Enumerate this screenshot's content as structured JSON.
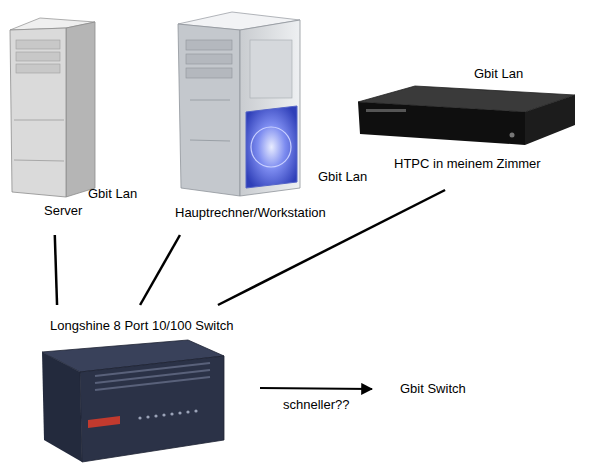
{
  "diagram": {
    "nodes": [
      {
        "text": [
          "Gbit Lan",
          "Server"
        ]
      },
      {
        "text": [
          "Gbit Lan",
          "Hauptrechner/Workstation"
        ]
      },
      {
        "text": [
          "Gbit Lan",
          "HTPC in meinem Zimmer"
        ]
      },
      {
        "text": [
          "Longshine 8 Port 10/100 Switch"
        ]
      },
      {
        "text": [
          "Gbit Switch"
        ]
      }
    ],
    "edges": [
      {
        "from": 0,
        "to": 3,
        "arrow": "none"
      },
      {
        "from": 1,
        "to": 3,
        "arrow": "none"
      },
      {
        "from": 2,
        "to": 3,
        "arrow": "none"
      },
      {
        "from": 3,
        "to": 4,
        "label": "schneller??",
        "arrow": "to"
      }
    ]
  }
}
